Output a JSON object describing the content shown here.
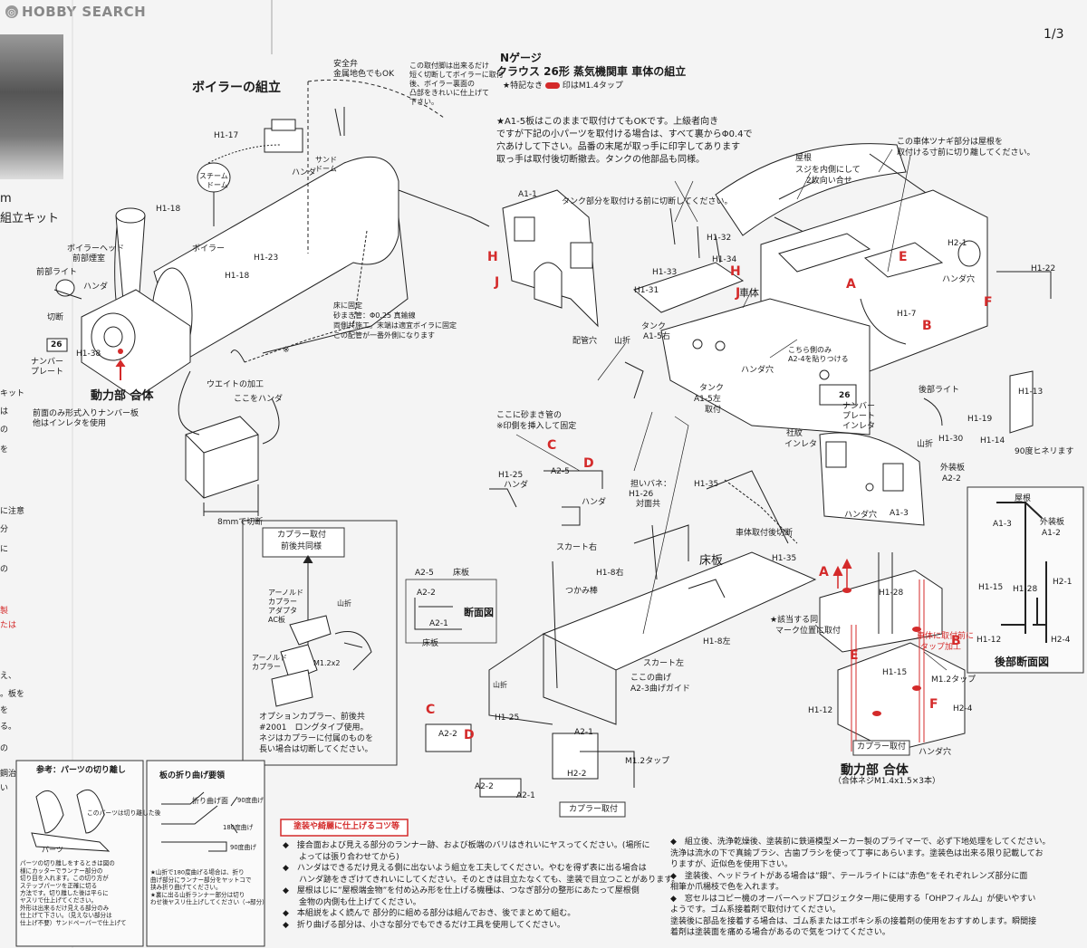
{
  "watermark": "HOBBY SEARCH",
  "page_number": "1/3",
  "header": {
    "series": "Nゲージ",
    "title": "クラウス 26形 蒸気機関車 車体の組立",
    "legend_prefix": "★特記なき",
    "legend_suffix": "印はM1.4タップ",
    "tap_color": "#d42a2a"
  },
  "instructions": {
    "line1": "★A1-5板はこのままで取付けてもOKです。上級者向き",
    "line2": "ですが下記の小パーツを取付ける場合は、すべて裏からΦ0.4で",
    "line3": "穴あけして下さい。品番の末尾が取っ手に印字してあります",
    "line4": "取っ手は取付後切断撤去。タンクの他部品も同様。"
  },
  "boiler": {
    "title": "ボイラーの組立",
    "safety_valve": "安全弁",
    "metal_color_ok": "金属地色でもOK",
    "cut_note1": "この取付脚は出来るだけ",
    "cut_note2": "短く切断してボイラーに取付",
    "cut_note3": "後、ボイラー裏面の",
    "cut_note4": "凸部をきれいに仕上げて",
    "cut_note5": "下さい。",
    "sand_dome": "サンド",
    "sand_dome2": "ドーム",
    "steam_dome": "スチーム",
    "steam_dome2": "ドーム",
    "solder": "ハンダ",
    "boiler_label": "ボイラー",
    "boiler_head1": "ボイラーヘッド",
    "boiler_head2": "前部煙室",
    "front_light": "前部ライト",
    "cut": "切断",
    "number_plate1": "ナンバー",
    "number_plate2": "プレート",
    "drive_unit": "動力部 合体",
    "front_only1": "前面のみ形式入りナンバー板",
    "front_only2": "他はインレタを使用",
    "floor_fix1": "床に固定",
    "floor_fix2": "砂まき管：Φ0.25 真鍮線",
    "floor_fix3": "両側共施工。末端は適宜ボイラに固定",
    "floor_fix4": "この配管が一番外側になります",
    "weight_title": "ウエイトの加工",
    "weight_solder": "ここをハンダ",
    "weight_cut": "8mmで切断",
    "ref_mark": "※",
    "parts": [
      "H1-17",
      "H1-18",
      "H1-23",
      "H1-18",
      "H1-38"
    ],
    "num26": "26"
  },
  "left_strip": {
    "m": "m",
    "kit": "組立キット",
    "words": [
      "キット",
      "は",
      "の",
      "を",
      "に注意",
      "分",
      "に",
      "の",
      "製",
      "たは",
      "え、",
      "。板を",
      "を",
      "る。",
      "の",
      "鋼治",
      "い"
    ]
  },
  "coupler": {
    "title1": "カプラー取付",
    "title2": "前後共同様",
    "arnold1": "アーノルド",
    "arnold2": "カプラー",
    "arnold3": "アダプタ",
    "ac_plate": "AC板",
    "mountain_fold": "山折",
    "arnold_b1": "アーノルド",
    "arnold_b2": "カプラー",
    "screw": "M1.2x2",
    "opt1": "オプションカプラー、前後共",
    "opt2": "#2001　ロングタイプ使用。",
    "opt3": "ネジはカプラーに付属のものを",
    "opt4": "長い場合は切断してください。"
  },
  "body": {
    "roof": "屋根",
    "roof_note1": "スジを内側にして",
    "roof_note2": "2枚向い合せ",
    "joint_note1": "この車体ツナギ部分は屋根を",
    "joint_note2": "取付ける寸前に切り離してください。",
    "tank_note": "タンク部分を取付ける前に切断してください。",
    "body_label": "車体",
    "solder_hole": "ハンダ穴",
    "pipe_hole": "配管穴",
    "mountain": "山折",
    "tank_right1": "タンク",
    "tank_right2": "A1-5右",
    "tank_left1": "タンク",
    "tank_left2": "A1-5左",
    "tank_left3": "取付",
    "paste_note1": "こちら側のみ",
    "paste_note2": "A2-4を貼りつける",
    "number_plate1": "ナンバー",
    "number_plate2": "プレート",
    "decal": "インレタ",
    "emblem1": "社紋",
    "emblem2": "インレタ",
    "rear_light": "後部ライト",
    "ninety": "90度ヒネリます",
    "outer1": "外装板",
    "outer2": "A2-2",
    "num26": "26",
    "parts": [
      "A1-1",
      "H1-31",
      "H1-32",
      "H1-33",
      "H1-34",
      "H2-1",
      "H1-22",
      "H1-7",
      "H1-13",
      "H1-14",
      "H1-19",
      "H1-30",
      "A1-3"
    ],
    "letters": [
      "H",
      "J",
      "H",
      "J",
      "E",
      "A",
      "F",
      "B"
    ]
  },
  "floor": {
    "sand_note1": "ここに砂まき管の",
    "sand_note2": "※印側を挿入して固定",
    "spring1": "担いバネ：",
    "spring2": "H1-26",
    "spring3": "対面共",
    "skirt_right": "スカート右",
    "skirt_left": "スカート左",
    "grab_bar": "つかみ棒",
    "body_fix_cut": "車体取付後切断",
    "floor_board": "床板",
    "section_title": "断面図",
    "section_floor": "床板",
    "bend_guide1": "ここの曲げ",
    "bend_guide2": "A2-3曲げガイド",
    "solder": "ハンダ",
    "tap": "M1.2タップ",
    "coupler_fix": "カプラー取付",
    "mountain": "山折",
    "parts": [
      "H1-25",
      "A2-5",
      "H1-35",
      "H1-35",
      "H1-8右",
      "H1-8左",
      "H1-25",
      "A2-1",
      "A2-2",
      "A2-2",
      "A2-1",
      "H2-2",
      "A2-5",
      "A2-2",
      "A2-1"
    ],
    "letters": [
      "C",
      "D",
      "C",
      "D"
    ]
  },
  "drive": {
    "same_mark1": "★該当する同",
    "same_mark2": "マーク位置に取付",
    "tap_note1": "車体に取付前に",
    "tap_note2": "タップ加工",
    "tap": "M1.2タップ",
    "coupler_fix": "カプラー取付",
    "solder_hole": "ハンダ穴",
    "title": "動力部 合体",
    "subtitle": "（合体ネジM1.4x1.5×3本）",
    "parts": [
      "H1-28",
      "H1-15",
      "H1-12",
      "H2-4"
    ],
    "letters": [
      "A",
      "B",
      "E",
      "F"
    ]
  },
  "rear_section": {
    "roof": "屋根",
    "outer1": "外装板",
    "outer2": "A1-2",
    "title": "後部断面図",
    "parts": [
      "A1-3",
      "H1-15",
      "H1-28",
      "H2-1",
      "H1-12",
      "H2-4"
    ]
  },
  "tips": {
    "ref_title": "参考：パーツの切り離し",
    "part": "パーツ",
    "part_note": "このパーツは切り離した後",
    "fold_title": "板の折り曲げ要領",
    "fold_a": "折り曲げ面",
    "fold_90a": "90度曲げ",
    "fold_180": "180度曲げ",
    "fold_90b": "90度曲げ",
    "cut_para1": "パーツの切り離しをするときは図の",
    "cut_para2": "様にカッターでランナー部分の",
    "cut_para3": "切り目を入れます。この切り方が",
    "cut_para4": "ステップパーツを正確に切る",
    "cut_para5": "方法です。切り離した後は平らに",
    "cut_para6": "ヤスリで仕上げてください。",
    "cut_para7": "外形は出来るだけ見える部分のみ",
    "cut_para8": "仕上げて下さい。（見えない部分は",
    "cut_para9": "仕上げ不要）サンドペーパーで仕上げて",
    "fold_para1": "★山折で180度曲げる場合は、折り",
    "fold_para2": "曲げ部分にランナー部分をヤットコで",
    "fold_para3": "挟み折り曲げてください。",
    "fold_para4": "★裏に出る山折ランナー部分は切り",
    "fold_para5": "わせ後ヤスリ仕上げしてください（→部分）"
  },
  "painting": {
    "title": "塗装や綺麗に仕上げるコツ等",
    "items": [
      "◆　接合面および見える部分のランナー跡、および板端のバリはきれいにヤスってください。(場所に",
      "　　よっては張り合わせてから)",
      "◆　ハンダはできるだけ見える側に出ないよう組立を工夫してください。やむを得ず表に出る場合は",
      "　　ハンダ跡をきざけてきれいにしてください。そのときは目立たなくても、塗装で目立つことがあります。",
      "◆　屋根はじに”屋根端金物”を付め込み形を仕上げる機種は、つなぎ部分の整形にあたって屋根側",
      "　　金物の内側も仕上げてください。",
      "◆　本組説をよく読んで 部分的に組める部分は組んでおき、後でまとめて組む。",
      "◆　折り曲げる部分は、小さな部分でもできるだけ工具を使用してください。"
    ],
    "right_items": [
      "◆　組立後、洗浄乾燥後、塗装前に鉄道模型メーカー製のプライマーで、必ず下地処理をしてください。",
      "洗浄は流水の下で真鍮ブラシ、古歯ブラシを使って丁寧にあらいます。塗装色は出来る限り記載してお",
      "りますが、近似色を使用下さい。",
      "◆　塗装後、ヘッドライトがある場合は”銀”、テールライトには”赤色”をそれぞれレンズ部分に面",
      "相筆か爪楊枝で色を入れます。",
      "◆　窓セルはコピー機のオーバーヘッドプロジェクター用に使用する「OHPフィルム」が使いやすい",
      "ようです。ゴム系接着剤で取付けてください。",
      "塗装後に部品を接着する場合は、ゴム系またはエポキシ系の接着剤の使用をおすすめします。瞬間接",
      "着剤は塗装面を痛める場合があるので気をつけてください。"
    ]
  }
}
